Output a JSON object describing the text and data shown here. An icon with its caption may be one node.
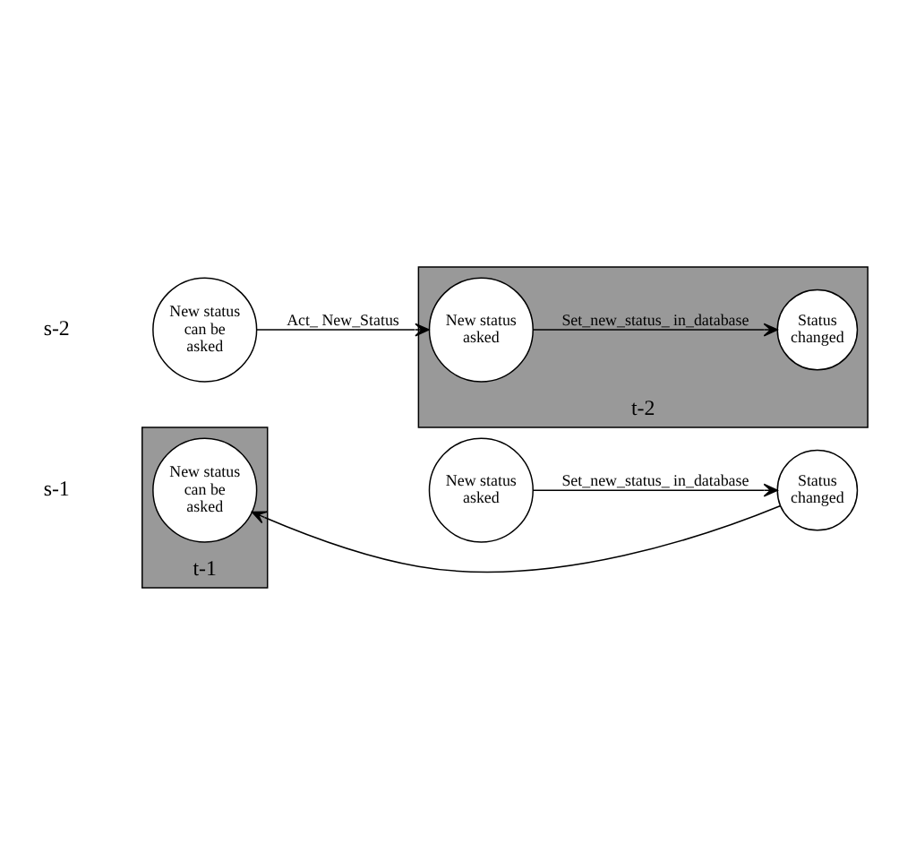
{
  "diagram": {
    "nodes": [
      {
        "text": [
          "t-1"
        ]
      },
      {
        "text": [
          "New status can be asked"
        ],
        "in": 0
      },
      {
        "text": [
          "New status asked"
        ]
      },
      {
        "text": [
          "Status changed"
        ]
      },
      {
        "text": [
          "New status can be asked"
        ]
      },
      {
        "text": [
          "t-2"
        ]
      },
      {
        "text": [
          "New status asked"
        ],
        "in": 5
      },
      {
        "text": [
          "Status changed"
        ],
        "in": 5
      }
    ],
    "edges": [
      {
        "from": 2,
        "to": 3,
        "arrow": "to",
        "label": "Set_new_status_ in_database"
      },
      {
        "from": 3,
        "to": 1,
        "arrow": "to"
      },
      {
        "from": 4,
        "to": 6,
        "arrow": "to",
        "label": "Act_ New_Status"
      },
      {
        "from": 6,
        "to": 7,
        "arrow": "to",
        "label": "Set_new_status_ in_database"
      }
    ],
    "labels": [
      "s-1",
      "s-2"
    ]
  }
}
